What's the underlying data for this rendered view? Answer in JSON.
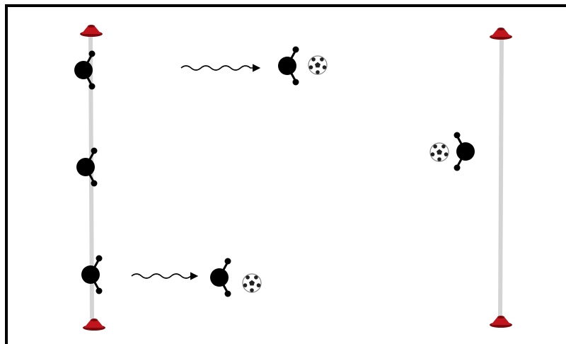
{
  "diagram": {
    "kind": "soccer-drill",
    "colors": {
      "background": "#ffffff",
      "border": "#000000",
      "line": "#d4d4d4",
      "cone": "#c0151c",
      "cone_dark": "#7a0a0e",
      "player": "#000000",
      "ball_light": "#ffffff",
      "ball_dark": "#222222"
    },
    "lines": [
      {
        "id": "left-line"
      },
      {
        "id": "right-line"
      }
    ],
    "cones": [
      {
        "id": "cone-left-top"
      },
      {
        "id": "cone-left-bottom"
      },
      {
        "id": "cone-right-top"
      },
      {
        "id": "cone-right-bottom"
      }
    ],
    "players": [
      {
        "id": "player-left-top",
        "facing": "right"
      },
      {
        "id": "player-left-middle",
        "facing": "right"
      },
      {
        "id": "player-left-bottom",
        "facing": "right"
      },
      {
        "id": "player-dribbler-top",
        "facing": "right"
      },
      {
        "id": "player-dribbler-bottom",
        "facing": "right"
      },
      {
        "id": "player-right",
        "facing": "left"
      }
    ],
    "balls": [
      {
        "id": "ball-top"
      },
      {
        "id": "ball-bottom"
      },
      {
        "id": "ball-right"
      }
    ],
    "arrows": [
      {
        "id": "dribble-arrow-top",
        "style": "wavy"
      },
      {
        "id": "dribble-arrow-bottom",
        "style": "wavy"
      }
    ]
  }
}
